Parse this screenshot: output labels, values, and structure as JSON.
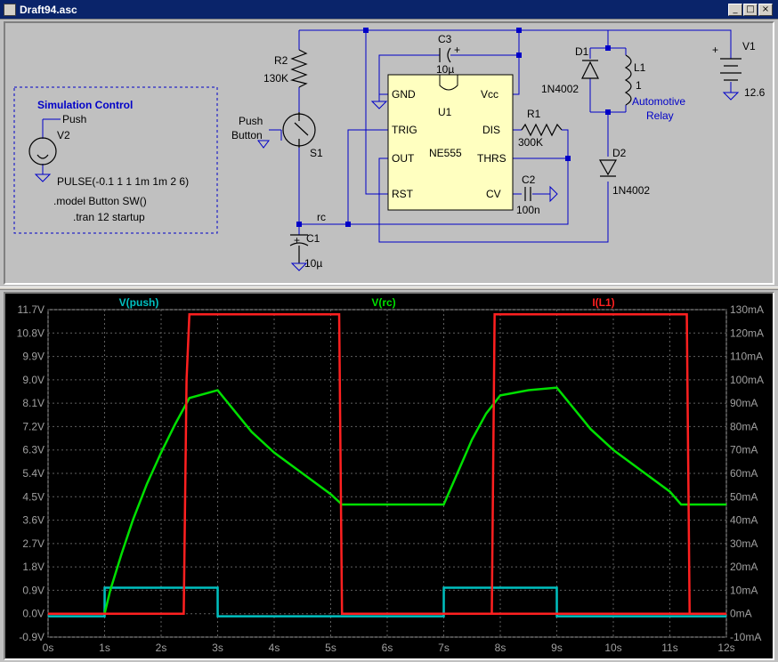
{
  "window": {
    "title": "Draft94.asc",
    "minimize_glyph": "_",
    "restore_glyph": "□",
    "close_glyph": "×"
  },
  "schematic": {
    "sim_control": {
      "header": "Simulation Control",
      "v2_label": "V2",
      "push_label": "Push",
      "pulse": "PULSE(-0.1 1 1 1m 1m 2 6)",
      "model": ".model Button SW()",
      "tran": ".tran 12 startup"
    },
    "components": {
      "r2_name": "R2",
      "r2_value": "130K",
      "button_label_1": "Push",
      "button_label_2": "Button",
      "s1_name": "S1",
      "c1_name": "C1",
      "c1_value": "10µ",
      "rc_label": "rc",
      "c3_name": "C3",
      "c3_value": "10µ",
      "u1_name": "U1",
      "u1_part": "NE555",
      "pin_gnd": "GND",
      "pin_trig": "TRIG",
      "pin_out": "OUT",
      "pin_rst": "RST",
      "pin_vcc": "Vcc",
      "pin_dis": "DIS",
      "pin_thrs": "THRS",
      "pin_cv": "CV",
      "r1_name": "R1",
      "r1_value": "300K",
      "c2_name": "C2",
      "c2_value": "100n",
      "d1_name": "D1",
      "d1_part": "1N4002",
      "d2_name": "D2",
      "d2_part": "1N4002",
      "l1_name": "L1",
      "l1_value": "1",
      "relay_label_1": "Automotive",
      "relay_label_2": "Relay",
      "v1_name": "V1",
      "v1_value": "12.6",
      "plus_sign": "+"
    }
  },
  "plot": {
    "traces": [
      {
        "label": "V(push)",
        "color": "#00c0c0"
      },
      {
        "label": "V(rc)",
        "color": "#00e000"
      },
      {
        "label": "I(L1)",
        "color": "#ff2020"
      }
    ],
    "left_ticks": [
      "11.7V",
      "10.8V",
      "9.9V",
      "9.0V",
      "8.1V",
      "7.2V",
      "6.3V",
      "5.4V",
      "4.5V",
      "3.6V",
      "2.7V",
      "1.8V",
      "0.9V",
      "0.0V",
      "-0.9V"
    ],
    "right_ticks": [
      "130mA",
      "120mA",
      "110mA",
      "100mA",
      "90mA",
      "80mA",
      "70mA",
      "60mA",
      "50mA",
      "40mA",
      "30mA",
      "20mA",
      "10mA",
      "0mA",
      "-10mA"
    ],
    "x_ticks": [
      "0s",
      "1s",
      "2s",
      "3s",
      "4s",
      "5s",
      "6s",
      "7s",
      "8s",
      "9s",
      "10s",
      "11s",
      "12s"
    ]
  },
  "chart_data": {
    "type": "line",
    "xlim": [
      0,
      12
    ],
    "ylim_left": [
      -0.9,
      11.7
    ],
    "ylim_right": [
      -10,
      130
    ],
    "grid": true,
    "series": [
      {
        "name": "V(push)",
        "axis": "left",
        "color": "#00c0c0",
        "x": [
          0,
          1,
          1.001,
          3,
          3.001,
          7,
          7.001,
          9,
          9.001,
          12
        ],
        "y": [
          -0.1,
          -0.1,
          1,
          1,
          -0.1,
          -0.1,
          1,
          1,
          -0.1,
          -0.1
        ]
      },
      {
        "name": "V(rc)",
        "axis": "left",
        "color": "#00e000",
        "x": [
          0,
          1,
          1.1,
          1.3,
          1.5,
          1.75,
          2.0,
          2.25,
          2.5,
          3.0,
          3.3,
          3.6,
          4.0,
          4.5,
          5.0,
          5.2,
          7.0,
          7.2,
          7.5,
          7.75,
          8.0,
          8.5,
          9.0,
          9.3,
          9.6,
          10.0,
          10.5,
          11.0,
          11.2,
          12.0
        ],
        "y": [
          0,
          0,
          0.9,
          2.3,
          3.6,
          5.0,
          6.2,
          7.3,
          8.3,
          8.6,
          7.8,
          7.0,
          6.2,
          5.4,
          4.6,
          4.2,
          4.2,
          5.2,
          6.7,
          7.7,
          8.4,
          8.6,
          8.7,
          7.9,
          7.1,
          6.3,
          5.5,
          4.7,
          4.2,
          4.2
        ]
      },
      {
        "name": "I(L1)",
        "axis": "right",
        "color": "#ff2020",
        "x": [
          0,
          2.4,
          2.45,
          2.5,
          5.15,
          5.2,
          12,
          7.85,
          7.9,
          11.3,
          11.35
        ],
        "y": [
          0,
          0,
          100,
          128,
          128,
          0,
          0,
          0,
          128,
          128,
          0
        ]
      }
    ]
  }
}
